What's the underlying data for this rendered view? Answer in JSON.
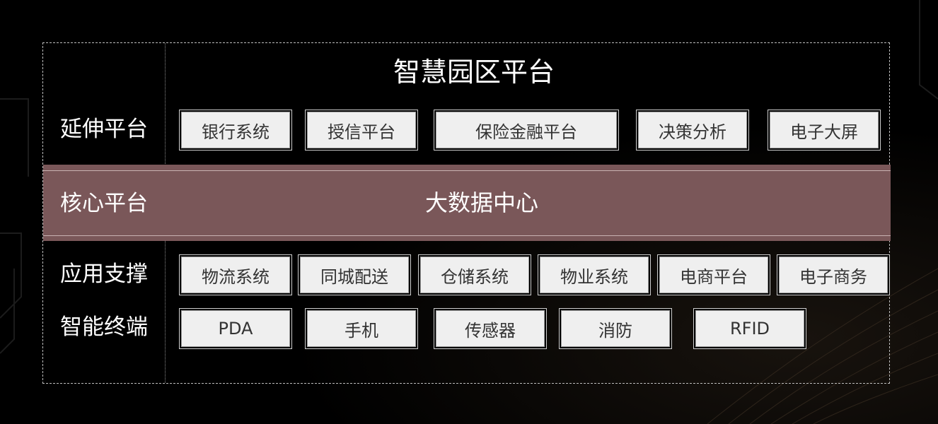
{
  "title": "智慧园区平台",
  "rows": {
    "extension": {
      "label": "延伸平台",
      "items": [
        "银行系统",
        "授信平台",
        "保险金融平台",
        "决策分析",
        "电子大屏"
      ]
    },
    "core": {
      "label": "核心平台",
      "center": "大数据中心"
    },
    "support": {
      "label": "应用支撑",
      "items": [
        "物流系统",
        "同城配送",
        "仓储系统",
        "物业系统",
        "电商平台",
        "电子商务"
      ]
    },
    "terminal": {
      "label": "智能终端",
      "items": [
        "PDA",
        "手机",
        "传感器",
        "消防",
        "RFID"
      ]
    }
  },
  "colors": {
    "background": "#000000",
    "core_band": "#7a5759",
    "box_fill": "#efefef",
    "text_light": "#ffffff",
    "text_dark": "#333333"
  }
}
